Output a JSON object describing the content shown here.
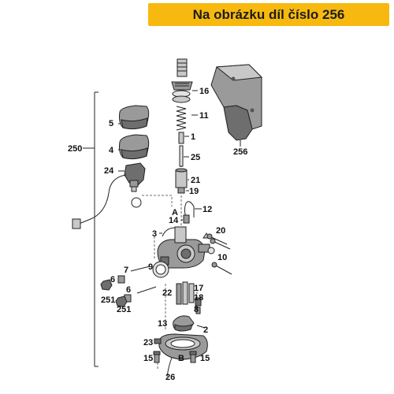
{
  "banner": {
    "text": "Na obrázku díl číslo 256",
    "color": "#f7b90f"
  },
  "callouts": {
    "c5": "5",
    "c4": "4",
    "c24": "24",
    "c250": "250",
    "c16": "16",
    "c11": "11",
    "c1": "1",
    "c25": "25",
    "c21": "21",
    "c19": "19",
    "c256": "256",
    "c12": "12",
    "cA1": "A",
    "c14": "14",
    "c3": "3",
    "c20": "20",
    "c10": "10",
    "c9": "9",
    "c7": "7",
    "c6a": "6",
    "c251a": "251",
    "c6b": "6",
    "c251b": "251",
    "c17": "17",
    "c22": "22",
    "c18": "18",
    "c8": "8",
    "c13": "13",
    "c2": "2",
    "c23": "23",
    "c15a": "15",
    "cB": "B",
    "c15b": "15",
    "c26": "26"
  }
}
